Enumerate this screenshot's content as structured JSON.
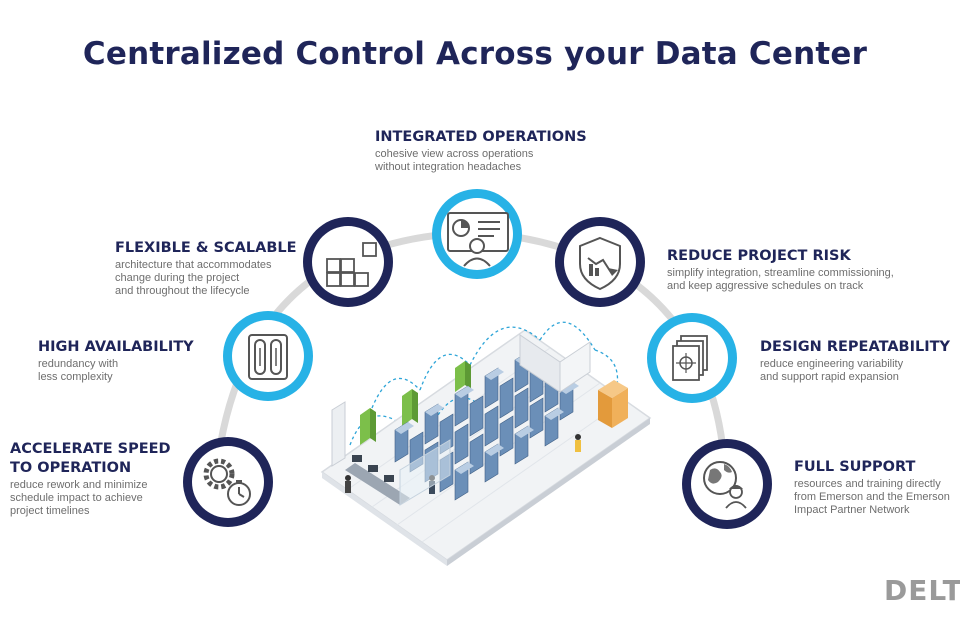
{
  "title": "Centralized Control Across your Data Center",
  "features": [
    {
      "id": "integrated-operations",
      "title": "INTEGRATED OPERATIONS",
      "desc": "cohesive view across operations\nwithout integration headaches",
      "icon": "dashboard-user-icon",
      "ring": "light-blue"
    },
    {
      "id": "flexible-scalable",
      "title": "FLEXIBLE & SCALABLE",
      "desc": "architecture that accommodates\nchange during the project\nand throughout the lifecycle",
      "icon": "grid-blocks-icon",
      "ring": "navy"
    },
    {
      "id": "reduce-project-risk",
      "title": "REDUCE PROJECT RISK",
      "desc": "simplify integration, streamline commissioning,\nand keep aggressive schedules on track",
      "icon": "shield-chart-icon",
      "ring": "navy"
    },
    {
      "id": "high-availability",
      "title": "HIGH AVAILABILITY",
      "desc": "redundancy with\nless complexity",
      "icon": "redundant-controller-icon",
      "ring": "light-blue"
    },
    {
      "id": "design-repeatability",
      "title": "DESIGN REPEATABILITY",
      "desc": "reduce engineering variability\nand support rapid expansion",
      "icon": "stacked-documents-icon",
      "ring": "light-blue"
    },
    {
      "id": "accelerate-speed",
      "title": "ACCELERATE SPEED\nTO OPERATION",
      "desc": "reduce rework and minimize\nschedule impact to achieve\nproject timelines",
      "icon": "gear-stopwatch-icon",
      "ring": "navy"
    },
    {
      "id": "full-support",
      "title": "FULL SUPPORT",
      "desc": "resources and training directly\nfrom Emerson and the Emerson\nImpact Partner Network",
      "icon": "globe-worker-icon",
      "ring": "navy"
    }
  ],
  "logo_text": "DELT",
  "colors": {
    "navy": "#1f2559",
    "light_blue": "#27b2e6",
    "arc_gray": "#d9d9d9",
    "rack_blue": "#5a7ea8",
    "green": "#7cbf4a",
    "orange": "#e39a3b"
  }
}
